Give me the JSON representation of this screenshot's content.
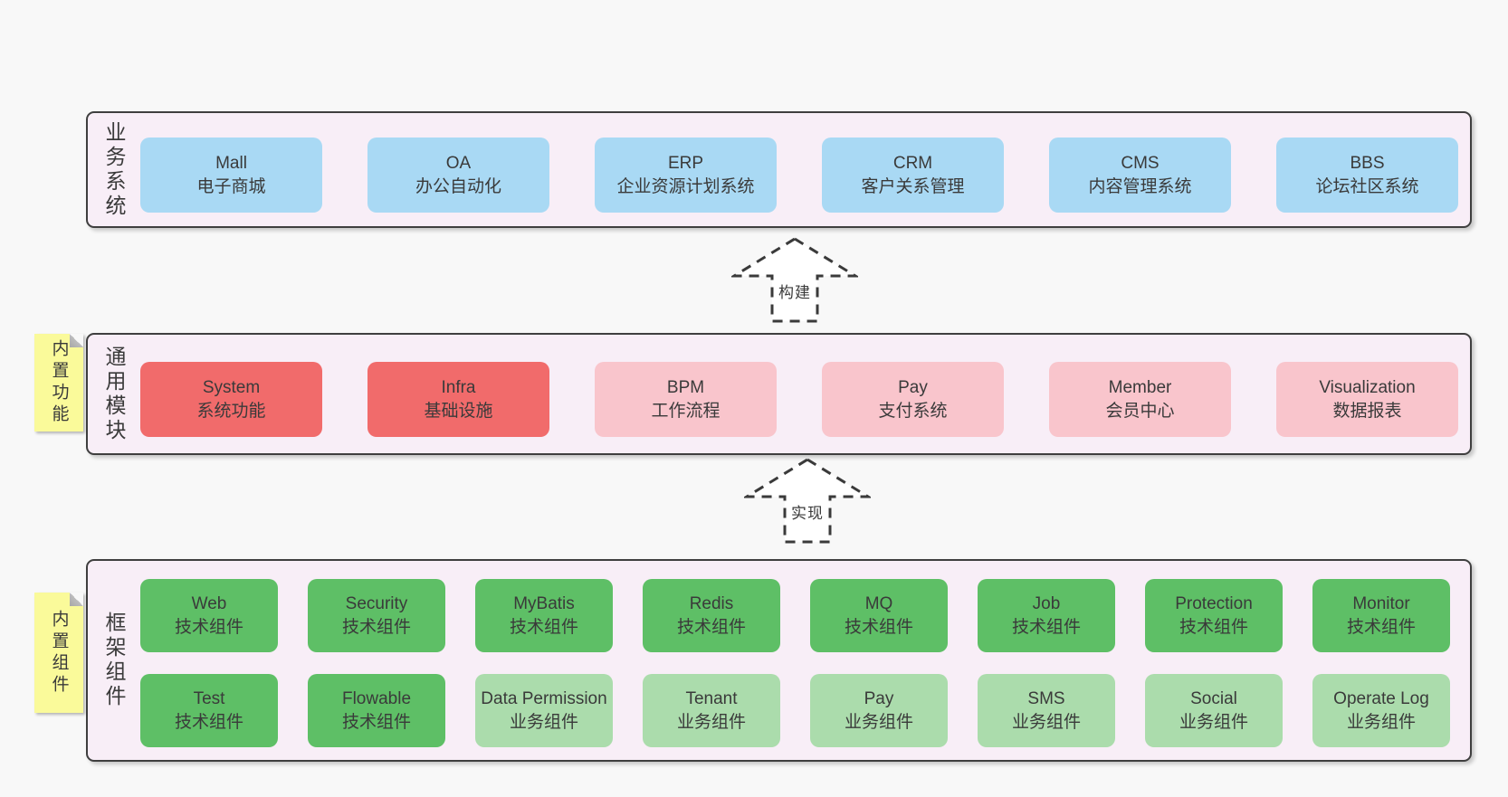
{
  "colors": {
    "page_bg": "#f8f8f8",
    "band_fill": "#f8eef7",
    "band_border": "#3f3f3f",
    "box_blue": "#a9d9f4",
    "box_red": "#f16b6b",
    "box_pink": "#f9c5cc",
    "box_green": "#5ebf66",
    "box_lightgreen": "#abdcac",
    "sticky_yellow": "#fafa9a",
    "text": "#3a3a3a"
  },
  "bands": [
    {
      "label": "业务系统",
      "boxes": [
        {
          "en": "Mall",
          "zh": "电子商城",
          "variant": "blue"
        },
        {
          "en": "OA",
          "zh": "办公自动化",
          "variant": "blue"
        },
        {
          "en": "ERP",
          "zh": "企业资源计划系统",
          "variant": "blue"
        },
        {
          "en": "CRM",
          "zh": "客户关系管理",
          "variant": "blue"
        },
        {
          "en": "CMS",
          "zh": "内容管理系统",
          "variant": "blue"
        },
        {
          "en": "BBS",
          "zh": "论坛社区系统",
          "variant": "blue"
        }
      ]
    },
    {
      "label": "通用模块",
      "sticky": "内置功能",
      "boxes": [
        {
          "en": "System",
          "zh": "系统功能",
          "variant": "red"
        },
        {
          "en": "Infra",
          "zh": "基础设施",
          "variant": "red"
        },
        {
          "en": "BPM",
          "zh": "工作流程",
          "variant": "pink"
        },
        {
          "en": "Pay",
          "zh": "支付系统",
          "variant": "pink"
        },
        {
          "en": "Member",
          "zh": "会员中心",
          "variant": "pink"
        },
        {
          "en": "Visualization",
          "zh": "数据报表",
          "variant": "pink"
        }
      ]
    },
    {
      "label": "框架组件",
      "sticky": "内置组件",
      "rows": [
        [
          {
            "en": "Web",
            "zh": "技术组件",
            "variant": "green"
          },
          {
            "en": "Security",
            "zh": "技术组件",
            "variant": "green"
          },
          {
            "en": "MyBatis",
            "zh": "技术组件",
            "variant": "green"
          },
          {
            "en": "Redis",
            "zh": "技术组件",
            "variant": "green"
          },
          {
            "en": "MQ",
            "zh": "技术组件",
            "variant": "green"
          },
          {
            "en": "Job",
            "zh": "技术组件",
            "variant": "green"
          },
          {
            "en": "Protection",
            "zh": "技术组件",
            "variant": "green"
          },
          {
            "en": "Monitor",
            "zh": "技术组件",
            "variant": "green"
          }
        ],
        [
          {
            "en": "Test",
            "zh": "技术组件",
            "variant": "green"
          },
          {
            "en": "Flowable",
            "zh": "技术组件",
            "variant": "green"
          },
          {
            "en": "Data Permission",
            "zh": "业务组件",
            "variant": "lightgreen"
          },
          {
            "en": "Tenant",
            "zh": "业务组件",
            "variant": "lightgreen"
          },
          {
            "en": "Pay",
            "zh": "业务组件",
            "variant": "lightgreen"
          },
          {
            "en": "SMS",
            "zh": "业务组件",
            "variant": "lightgreen"
          },
          {
            "en": "Social",
            "zh": "业务组件",
            "variant": "lightgreen"
          },
          {
            "en": "Operate Log",
            "zh": "业务组件",
            "variant": "lightgreen"
          }
        ]
      ]
    }
  ],
  "arrows": [
    {
      "label": "构建"
    },
    {
      "label": "实现"
    }
  ]
}
